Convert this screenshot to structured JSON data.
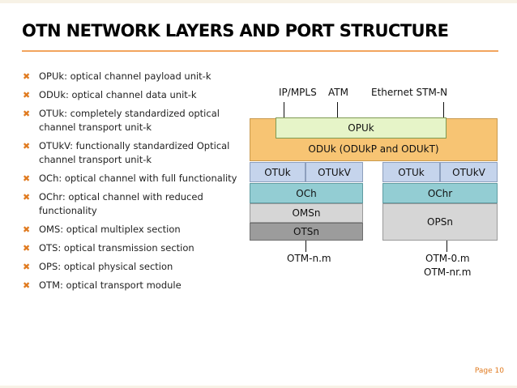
{
  "slide": {
    "title": "OTN NETWORK LAYERS AND PORT STRUCTURE",
    "page": "Page 10"
  },
  "definitions": [
    {
      "text": "OPUk: optical channel payload unit-k"
    },
    {
      "text": "ODUk: optical channel data unit-k"
    },
    {
      "text": "OTUk: completely standardized optical channel transport unit-k"
    },
    {
      "text": "OTUkV: functionally standardized Optical channel transport unit-k"
    },
    {
      "text": "OCh: optical channel with full functionality"
    },
    {
      "text": "OChr: optical channel with reduced functionality"
    },
    {
      "text": "OMS: optical multiplex section"
    },
    {
      "text": "OTS: optical transmission section"
    },
    {
      "text": "OPS: optical physical section"
    },
    {
      "text": "OTM: optical transport module"
    }
  ],
  "diagram": {
    "clients": {
      "ip_mpls": "IP/MPLS",
      "atm": "ATM",
      "ethernet": "Ethernet STM-N"
    },
    "opuk": "OPUk",
    "oduk": "ODUk  (ODUkP and ODUkT)",
    "left": {
      "otuk": "OTUk",
      "otukv": "OTUkV",
      "och": "OCh",
      "omsn": "OMSn",
      "otsn": "OTSn",
      "otm": "OTM-n.m"
    },
    "right": {
      "otuk": "OTUk",
      "otukv": "OTUkV",
      "ochr": "OChr",
      "opsn": "OPSn",
      "otm_line1": "OTM-0.m",
      "otm_line2": "OTM-nr.m"
    },
    "colors": {
      "oduk_fill": "#f7c473",
      "opuk_fill": "#e6f4c8",
      "otu_fill": "#c5d4ec",
      "och_fill": "#93cdd3",
      "grey_fill": "#d6d6d6",
      "otsn_fill": "#9c9c9c",
      "accent": "#e07a1f"
    }
  }
}
